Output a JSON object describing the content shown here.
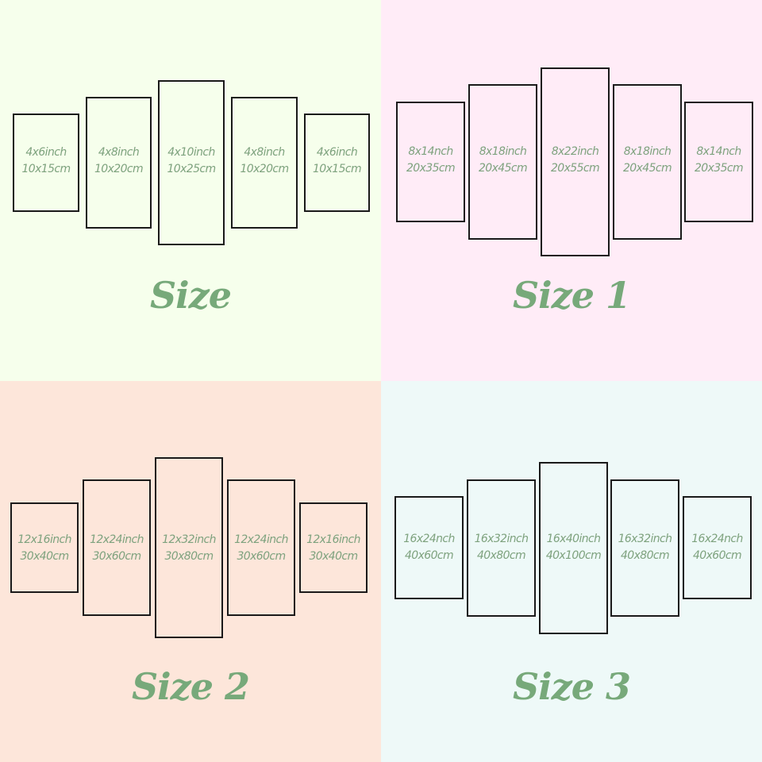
{
  "colors": {
    "panel_border": "#1a1a1a",
    "label_text": "#7ea27e",
    "title_text": "#77a97a"
  },
  "groups": [
    {
      "title": "Size",
      "background": "#f6ffec",
      "panels": [
        {
          "inch": "4x6inch",
          "cm": "10x15cm"
        },
        {
          "inch": "4x8inch",
          "cm": "10x20cm"
        },
        {
          "inch": "4x10inch",
          "cm": "10x25cm"
        },
        {
          "inch": "4x8inch",
          "cm": "10x20cm"
        },
        {
          "inch": "4x6inch",
          "cm": "10x15cm"
        }
      ]
    },
    {
      "title": "Size 1",
      "background": "#ffecf7",
      "panels": [
        {
          "inch": "8x14nch",
          "cm": "20x35cm"
        },
        {
          "inch": "8x18inch",
          "cm": "20x45cm"
        },
        {
          "inch": "8x22inch",
          "cm": "20x55cm"
        },
        {
          "inch": "8x18inch",
          "cm": "20x45cm"
        },
        {
          "inch": "8x14nch",
          "cm": "20x35cm"
        }
      ]
    },
    {
      "title": "Size 2",
      "background": "#fde6da",
      "panels": [
        {
          "inch": "12x16inch",
          "cm": "30x40cm"
        },
        {
          "inch": "12x24inch",
          "cm": "30x60cm"
        },
        {
          "inch": "12x32inch",
          "cm": "30x80cm"
        },
        {
          "inch": "12x24inch",
          "cm": "30x60cm"
        },
        {
          "inch": "12x16inch",
          "cm": "30x40cm"
        }
      ]
    },
    {
      "title": "Size 3",
      "background": "#eef9f8",
      "panels": [
        {
          "inch": "16x24nch",
          "cm": "40x60cm"
        },
        {
          "inch": "16x32inch",
          "cm": "40x80cm"
        },
        {
          "inch": "16x40inch",
          "cm": "40x100cm"
        },
        {
          "inch": "16x32inch",
          "cm": "40x80cm"
        },
        {
          "inch": "16x24nch",
          "cm": "40x60cm"
        }
      ]
    }
  ]
}
